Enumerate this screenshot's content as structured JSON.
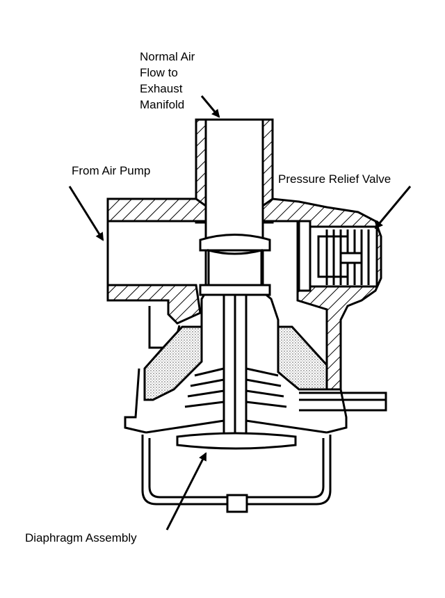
{
  "labels": {
    "normal_air_flow": [
      "Normal Air",
      "Flow to",
      "Exhaust",
      "Manifold"
    ],
    "from_air_pump": "From Air Pump",
    "pressure_relief_valve": "Pressure Relief Valve",
    "diaphragm_assembly": "Diaphragm Assembly"
  },
  "colors": {
    "ink": "#000000",
    "paper": "#ffffff",
    "stipple": "#8a8a8a"
  }
}
